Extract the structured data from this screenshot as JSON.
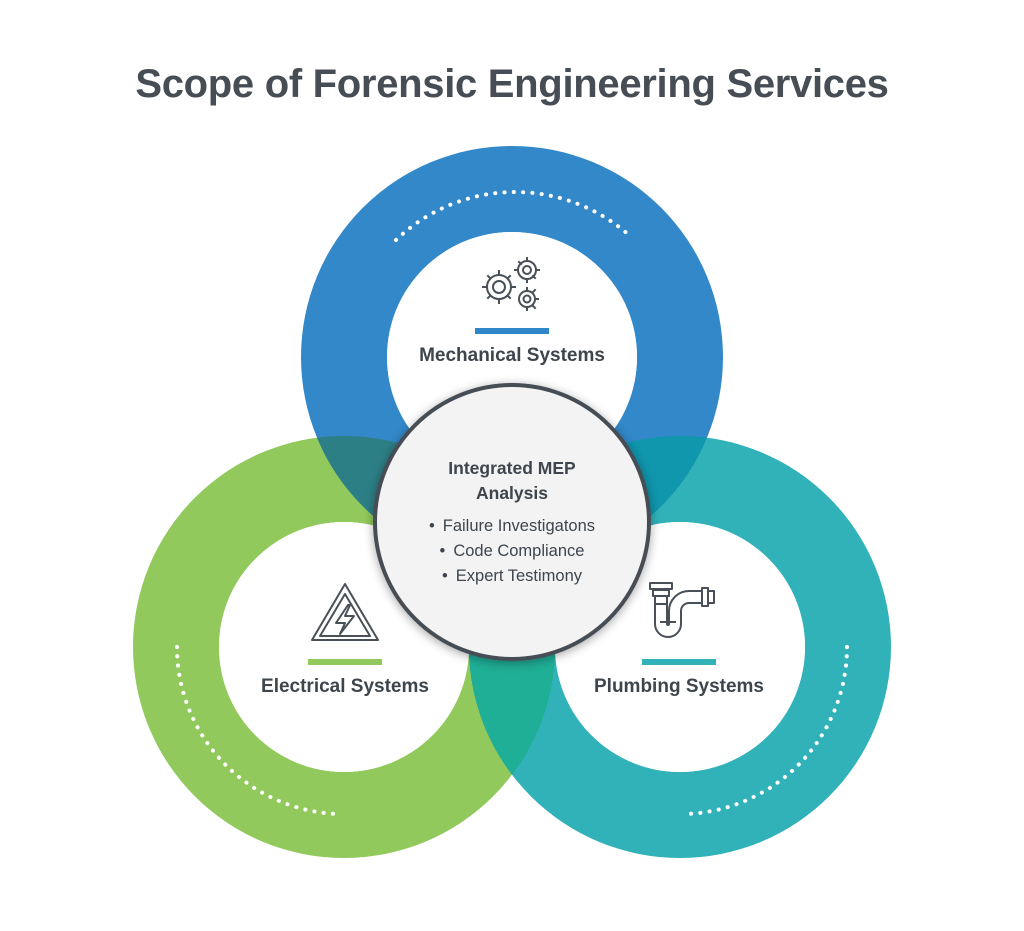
{
  "title": "Scope of Forensic Engineering Services",
  "colors": {
    "mechanical": "#2f86c8",
    "electrical": "#92c95c",
    "plumbing": "#31b2b9",
    "text": "#474d55",
    "center_fill": "#f3f3f3",
    "center_border": "#474d55"
  },
  "systems": {
    "mechanical": {
      "label": "Mechanical Systems",
      "icon": "gears-icon"
    },
    "electrical": {
      "label": "Electrical Systems",
      "icon": "high-voltage-warning-icon"
    },
    "plumbing": {
      "label": "Plumbing Systems",
      "icon": "pipe-trap-icon"
    }
  },
  "center": {
    "title": "Integrated MEP Analysis",
    "items": [
      "Failure Investigatons",
      "Code Compliance",
      "Expert Testimony"
    ]
  }
}
